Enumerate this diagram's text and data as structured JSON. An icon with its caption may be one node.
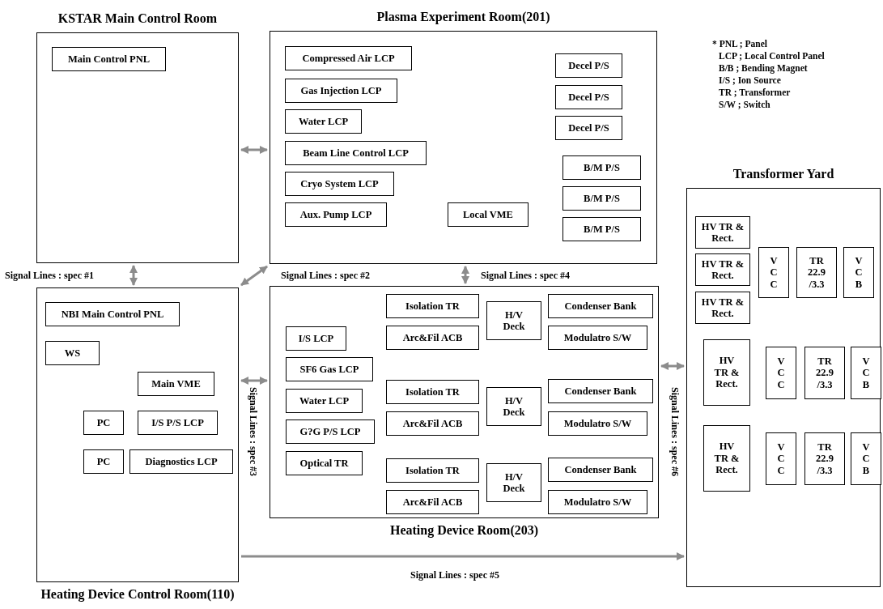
{
  "diagram": {
    "nodes": [
      {
        "text": [
          "KSTAR Main Control Room"
        ]
      },
      {
        "text": [
          "Main Control PNL"
        ],
        "in": 0
      },
      {
        "text": [
          "Plasma Experiment Room(201)"
        ]
      },
      {
        "text": [
          "Compressed Air LCP"
        ],
        "in": 2
      },
      {
        "text": [
          "Gas Injection LCP"
        ],
        "in": 2
      },
      {
        "text": [
          "Water LCP"
        ],
        "in": 2
      },
      {
        "text": [
          "Beam Line Control LCP"
        ],
        "in": 2
      },
      {
        "text": [
          "Cryo System LCP"
        ],
        "in": 2
      },
      {
        "text": [
          "Aux. Pump LCP"
        ],
        "in": 2
      },
      {
        "text": [
          "Local VME"
        ],
        "in": 2
      },
      {
        "text": [
          "Decel P/S"
        ],
        "in": 2
      },
      {
        "text": [
          "Decel P/S"
        ],
        "in": 2
      },
      {
        "text": [
          "Decel P/S"
        ],
        "in": 2
      },
      {
        "text": [
          "B/M P/S"
        ],
        "in": 2
      },
      {
        "text": [
          "B/M P/S"
        ],
        "in": 2
      },
      {
        "text": [
          "B/M P/S"
        ],
        "in": 2
      },
      {
        "text": [
          "Heating Device Control Room(110)"
        ]
      },
      {
        "text": [
          "NBI Main Control PNL"
        ],
        "in": 16
      },
      {
        "text": [
          "WS"
        ],
        "in": 16
      },
      {
        "text": [
          "Main VME"
        ],
        "in": 16
      },
      {
        "text": [
          "PC"
        ],
        "in": 16
      },
      {
        "text": [
          "I/S P/S LCP"
        ],
        "in": 16
      },
      {
        "text": [
          "PC"
        ],
        "in": 16
      },
      {
        "text": [
          "Diagnostics LCP"
        ],
        "in": 16
      },
      {
        "text": [
          "Heating Device Room(203)"
        ]
      },
      {
        "text": [
          "I/S LCP"
        ],
        "in": 24
      },
      {
        "text": [
          "SF6 Gas LCP"
        ],
        "in": 24
      },
      {
        "text": [
          "Water LCP"
        ],
        "in": 24
      },
      {
        "text": [
          "G?G P/S LCP"
        ],
        "in": 24
      },
      {
        "text": [
          "Optical TR"
        ],
        "in": 24
      },
      {
        "text": [
          "Isolation TR"
        ],
        "in": 24
      },
      {
        "text": [
          "Arc&Fil ACB"
        ],
        "in": 24
      },
      {
        "text": [
          "H/V Deck"
        ],
        "in": 24
      },
      {
        "text": [
          "Condenser Bank"
        ],
        "in": 24
      },
      {
        "text": [
          "Modulatro S/W"
        ],
        "in": 24
      },
      {
        "text": [
          "Isolation TR"
        ],
        "in": 24
      },
      {
        "text": [
          "Arc&Fil ACB"
        ],
        "in": 24
      },
      {
        "text": [
          "H/V Deck"
        ],
        "in": 24
      },
      {
        "text": [
          "Condenser Bank"
        ],
        "in": 24
      },
      {
        "text": [
          "Modulatro S/W"
        ],
        "in": 24
      },
      {
        "text": [
          "Isolation TR"
        ],
        "in": 24
      },
      {
        "text": [
          "Arc&Fil ACB"
        ],
        "in": 24
      },
      {
        "text": [
          "H/V Deck"
        ],
        "in": 24
      },
      {
        "text": [
          "Condenser Bank"
        ],
        "in": 24
      },
      {
        "text": [
          "Modulatro S/W"
        ],
        "in": 24
      },
      {
        "text": [
          "Transformer Yard"
        ]
      },
      {
        "text": [
          "HV TR & Rect."
        ],
        "in": 45
      },
      {
        "text": [
          "HV TR & Rect."
        ],
        "in": 45
      },
      {
        "text": [
          "HV TR & Rect."
        ],
        "in": 45
      },
      {
        "text": [
          "V C C"
        ],
        "in": 45
      },
      {
        "text": [
          "TR 22.9 /3.3"
        ],
        "in": 45
      },
      {
        "text": [
          "V C B"
        ],
        "in": 45
      },
      {
        "text": [
          "HV TR & Rect."
        ],
        "in": 45
      },
      {
        "text": [
          "V C C"
        ],
        "in": 45
      },
      {
        "text": [
          "TR 22.9 /3.3"
        ],
        "in": 45
      },
      {
        "text": [
          "V C B"
        ],
        "in": 45
      },
      {
        "text": [
          "HV TR & Rect."
        ],
        "in": 45
      },
      {
        "text": [
          "V C C"
        ],
        "in": 45
      },
      {
        "text": [
          "TR 22.9 /3.3"
        ],
        "in": 45
      },
      {
        "text": [
          "V C B"
        ],
        "in": 45
      }
    ],
    "edges": [
      {
        "from": 0,
        "to": 2,
        "arrow": "both"
      },
      {
        "from": 0,
        "to": 16,
        "arrow": "both",
        "label": "Signal Lines : spec #1"
      },
      {
        "from": 16,
        "to": 2,
        "arrow": "both",
        "label": "Signal Lines : spec #2"
      },
      {
        "from": 16,
        "to": 24,
        "arrow": "both",
        "label": "Signal Lines : spec #3"
      },
      {
        "from": 2,
        "to": 24,
        "arrow": "both",
        "label": "Signal Lines : spec #4"
      },
      {
        "from": 16,
        "to": 45,
        "arrow": "to",
        "label": "Signal Lines : spec #5"
      },
      {
        "from": 24,
        "to": 45,
        "arrow": "both",
        "label": "Signal Lines : spec #6"
      }
    ],
    "labels": [
      "* PNL ; Panel",
      "LCP ; Local Control Panel",
      "B/B ; Bending Magnet",
      "I/S ; Ion Source",
      "TR ; Transformer",
      "S/W ; Switch"
    ]
  }
}
